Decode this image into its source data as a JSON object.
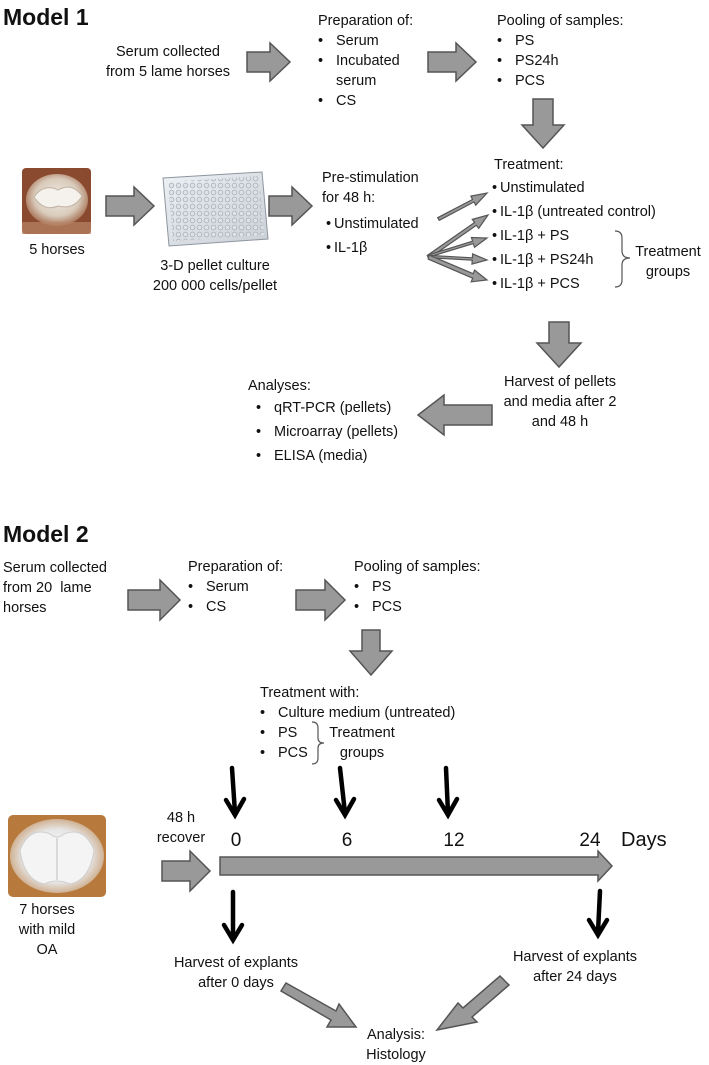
{
  "model1": {
    "heading": "Model 1",
    "serum_source": [
      "Serum collected",
      "from 5 lame horses"
    ],
    "prep_title": "Preparation of:",
    "prep_items": [
      "Serum",
      "Incubated",
      "serum",
      "CS"
    ],
    "pool_title": "Pooling of samples:",
    "pool_items": [
      "PS",
      "PS24h",
      "PCS"
    ],
    "horses_label": "5 horses",
    "culture_label": [
      "3-D pellet culture",
      "200 000 cells/pellet"
    ],
    "prestim_title": [
      "Pre-stimulation",
      "for 48 h:"
    ],
    "prestim_items": [
      "Unstimulated",
      "IL-1β"
    ],
    "treatment_title": "Treatment:",
    "treatment_items": [
      "Unstimulated",
      "IL-1β (untreated control)",
      "IL-1β + PS",
      "IL-1β + PS24h",
      "IL-1β + PCS"
    ],
    "treatment_groups_label": [
      "Treatment",
      "groups"
    ],
    "harvest_label": [
      "Harvest of pellets",
      "and media after 2",
      "and 48 h"
    ],
    "analyses_title": "Analyses:",
    "analyses_items": [
      "qRT-PCR (pellets)",
      "Microarray (pellets)",
      "ELISA (media)"
    ]
  },
  "model2": {
    "heading": "Model 2",
    "serum_source": [
      "Serum collected",
      "from 20  lame",
      "horses"
    ],
    "prep_title": "Preparation of:",
    "prep_items": [
      "Serum",
      "CS"
    ],
    "pool_title": "Pooling of samples:",
    "pool_items": [
      "PS",
      "PCS"
    ],
    "treatment_title": "Treatment with:",
    "treatment_items": [
      "Culture medium (untreated)",
      "PS",
      "PCS"
    ],
    "treatment_groups_label": [
      "Treatment",
      "groups"
    ],
    "recover_label": [
      "48 h",
      "recover"
    ],
    "timeline_points": [
      "0",
      "6",
      "12",
      "24"
    ],
    "timeline_unit": "Days",
    "horses_label": [
      "7 horses",
      "with mild",
      "OA"
    ],
    "harvest0_label": [
      "Harvest of explants",
      "after 0 days"
    ],
    "harvest24_label": [
      "Harvest of explants",
      "after 24 days"
    ],
    "analysis_label": [
      "Analysis:",
      "Histology"
    ]
  },
  "colors": {
    "arrow_fill": "#999999",
    "arrow_stroke": "#555555",
    "drop_arrow": "#000000"
  }
}
